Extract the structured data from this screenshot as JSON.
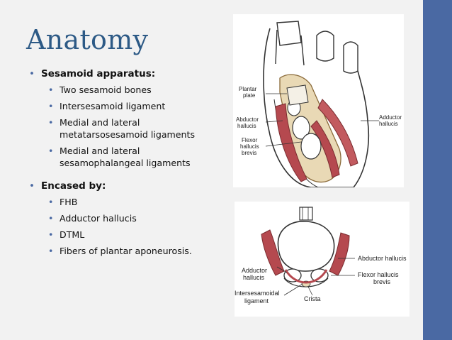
{
  "slide": {
    "title": "Anatomy",
    "sections": [
      {
        "heading": "Sesamoid apparatus:",
        "items": [
          "Two sesamoid bones",
          "Intersesamoid ligament",
          "Medial and lateral metatarsosesamoid ligaments",
          "Medial and lateral sesamophalangeal ligaments"
        ]
      },
      {
        "heading": "Encased by:",
        "items": [
          "FHB",
          "Adductor hallucis",
          "DTML",
          "Fibers of plantar aponeurosis."
        ]
      }
    ]
  },
  "figure_top": {
    "labels": {
      "plantar_plate_1": "Plantar",
      "plantar_plate_2": "plate",
      "abductor_1": "Abductor",
      "abductor_2": "hallucis",
      "flexor_1": "Flexor",
      "flexor_2": "hallucis",
      "flexor_3": "brevis",
      "adductor_1": "Adductor",
      "adductor_2": "hallucis"
    }
  },
  "figure_bottom": {
    "labels": {
      "abductor": "Abductor hallucis",
      "adductor_1": "Adductor",
      "adductor_2": "hallucis",
      "flexor_1": "Flexor hallucis",
      "flexor_2": "brevis",
      "intersesamoidal_1": "Intersesamoidal",
      "intersesamoidal_2": "ligament",
      "crista": "Crista"
    }
  },
  "colors": {
    "accent_bar": "#4a69a3",
    "title": "#2d5a86",
    "muscle": "#b5494f",
    "background": "#f2f2f2"
  }
}
